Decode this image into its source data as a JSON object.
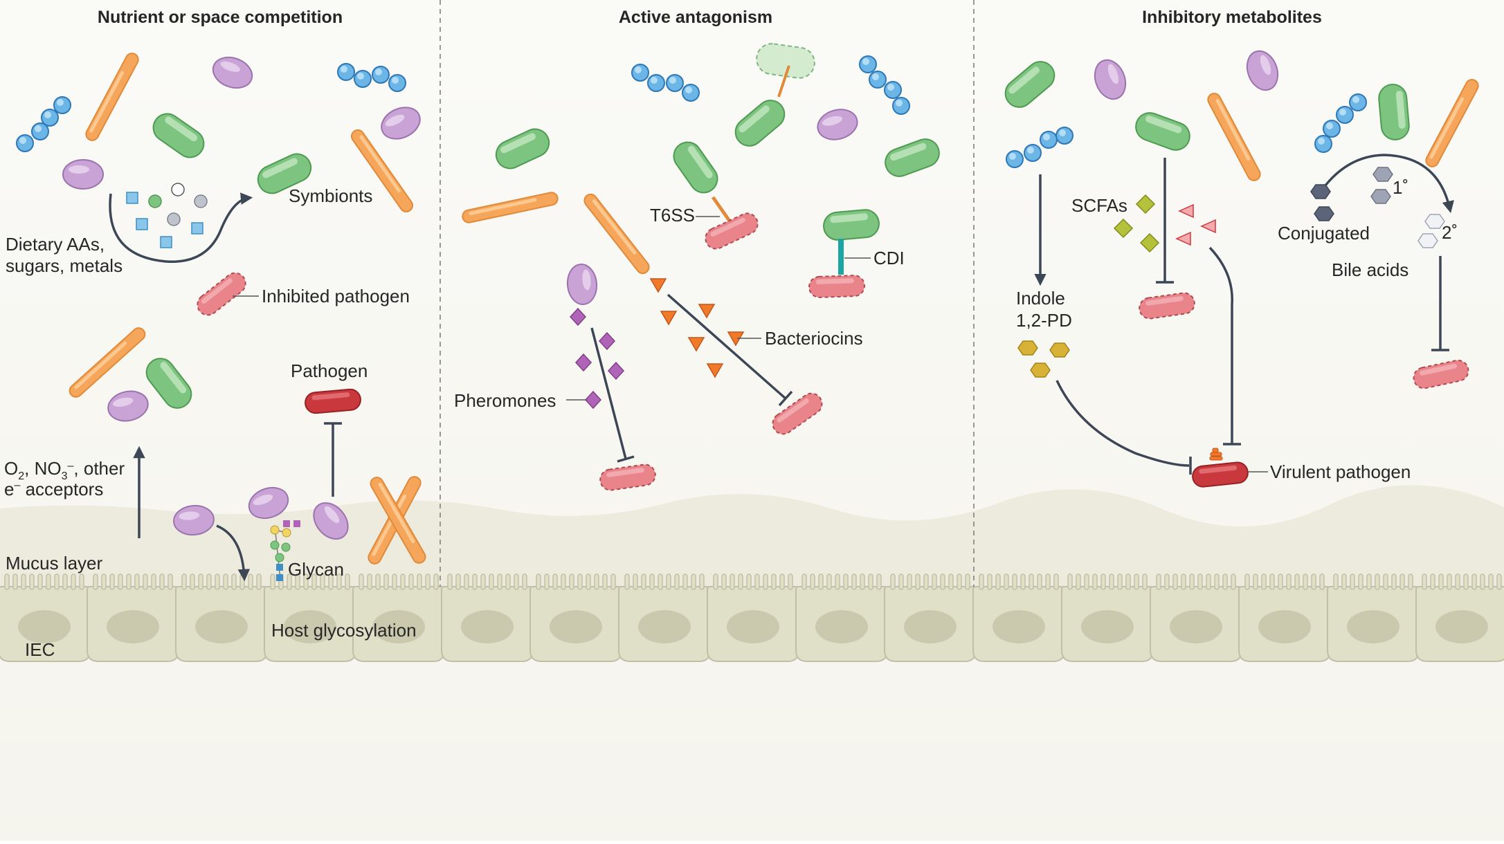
{
  "panels": {
    "nutrient": {
      "title": "Nutrient or space competition",
      "dietary_line1": "Dietary AAs,",
      "dietary_line2": "sugars, metals",
      "symbionts": "Symbionts",
      "inhibited_pathogen": "Inhibited pathogen",
      "pathogen": "Pathogen",
      "acceptors_o2": "O",
      "acceptors_o2_sub": "2",
      "acceptors_no3": ", NO",
      "acceptors_no3_sub": "3",
      "acceptors_no3_sup": "–",
      "acceptors_rest": ", other",
      "acceptors_line2": "e",
      "acceptors_line2_sup": "–",
      "acceptors_line2_rest": " acceptors",
      "mucus_layer": "Mucus layer",
      "glycan": "Glycan",
      "host_glycosylation": "Host glycosylation",
      "iec": "IEC"
    },
    "antagonism": {
      "title": "Active antagonism",
      "t6ss": "T6SS",
      "cdi": "CDI",
      "bacteriocins": "Bacteriocins",
      "pheromones": "Pheromones"
    },
    "metabolites": {
      "title": "Inhibitory metabolites",
      "scfas": "SCFAs",
      "indole_line1": "Indole",
      "indole_line2": "1,2-PD",
      "conjugated": "Conjugated",
      "primary": "1˚",
      "secondary": "2˚",
      "bile_acids": "Bile acids",
      "virulent_pathogen": "Virulent pathogen"
    }
  },
  "colors": {
    "symbiont_green": "#7cc47f",
    "rod_orange": "#f6a65a",
    "oval_purple": "#c9a2d6",
    "cocci_blue": "#6bb6e6",
    "pathogen_red": "#c8383d",
    "inhibited_pink": "#e8848a",
    "mucus": "#ecebdd",
    "epithelium": "#e0dfc8",
    "arrow": "#3c4654",
    "bacteriocin_orange": "#f07a2a",
    "pheromone_purple": "#b064b8",
    "scfa_yellow": "#b5c13a",
    "indole_gold": "#d8b236"
  }
}
